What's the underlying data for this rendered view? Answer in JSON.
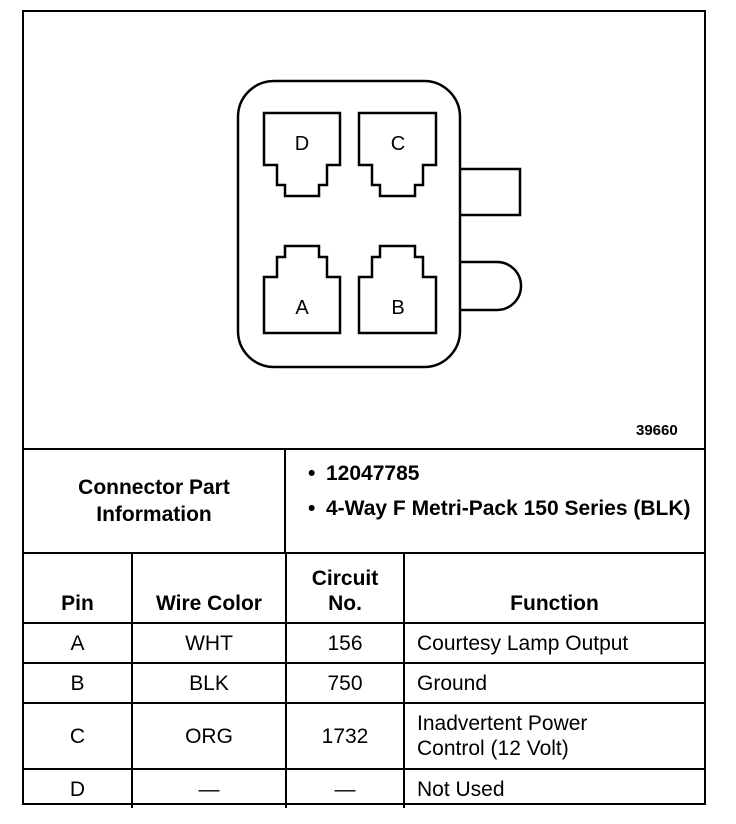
{
  "figure_number": "39660",
  "connector": {
    "cavities": [
      {
        "pin": "D"
      },
      {
        "pin": "C"
      },
      {
        "pin": "A"
      },
      {
        "pin": "B"
      }
    ]
  },
  "info": {
    "label": "Connector Part Information",
    "details": [
      "12047785",
      "4-Way F Metri-Pack 150 Series (BLK)"
    ]
  },
  "table": {
    "headers": {
      "pin": "Pin",
      "wire_color": "Wire Color",
      "circuit_no": "Circuit No.",
      "function": "Function"
    },
    "rows": [
      {
        "pin": "A",
        "wire_color": "WHT",
        "circuit_no": "156",
        "function": "Courtesy Lamp Output"
      },
      {
        "pin": "B",
        "wire_color": "BLK",
        "circuit_no": "750",
        "function": "Ground"
      },
      {
        "pin": "C",
        "wire_color": "ORG",
        "circuit_no": "1732",
        "function": "Inadvertent Power Control (12 Volt)"
      },
      {
        "pin": "D",
        "wire_color": "—",
        "circuit_no": "—",
        "function": "Not Used"
      }
    ]
  }
}
